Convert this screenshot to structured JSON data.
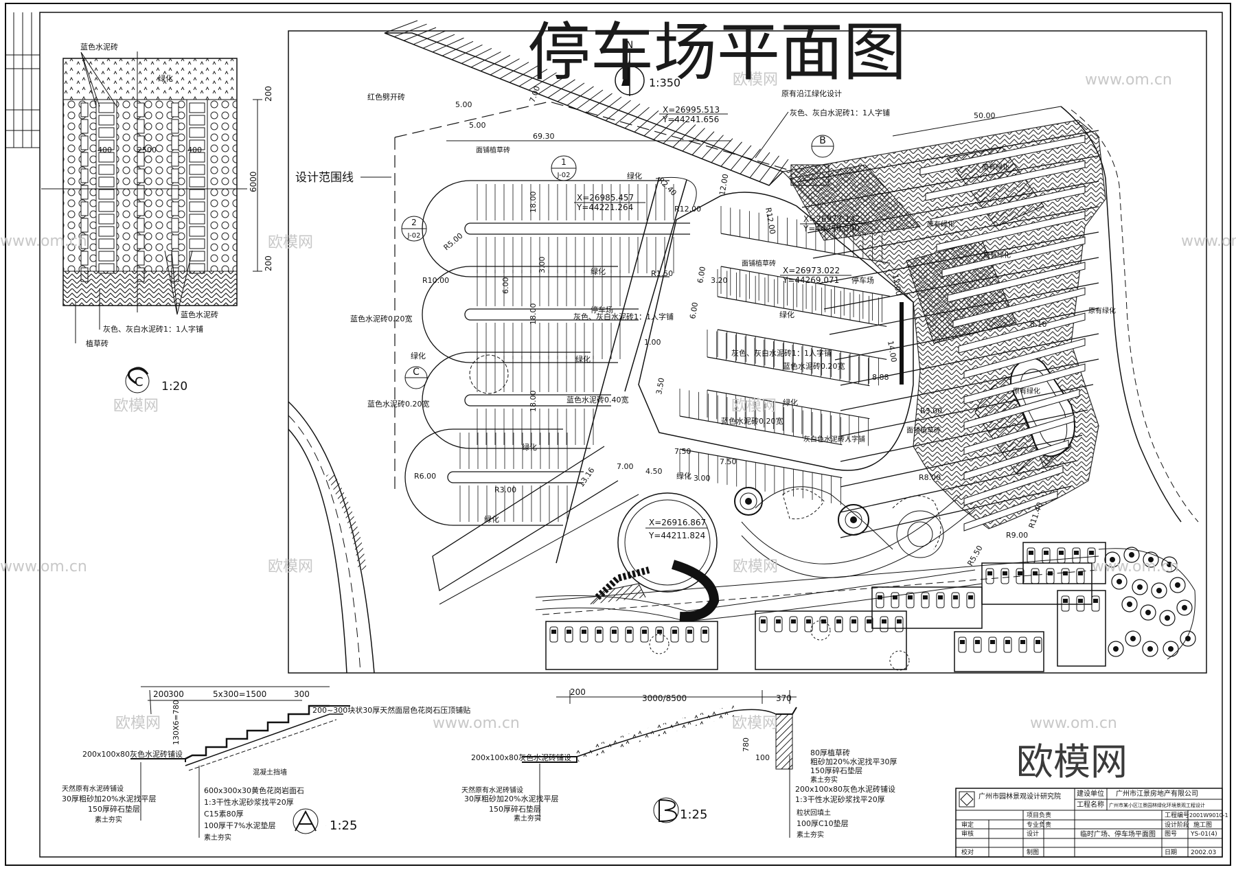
{
  "title": "停车场平面图",
  "logo_text": "欧模网",
  "watermarks": [
    "欧模网",
    "www.om.cn"
  ],
  "north": {
    "letter": "N",
    "scale": "1:350"
  },
  "plan_labels": {
    "boundary": "设计范围线",
    "red_brick": "红色劈开砖",
    "river_green": "原有沿江绿化设计",
    "paving_note": "灰色、灰白水泥砖1：1人字铺",
    "green": "绿化",
    "parking": "停车场",
    "grass_brick": "面铺植草砖",
    "blue_02": "蓝色水泥砖0.20宽",
    "blue_04": "蓝色水泥砖0.40宽",
    "herring": "灰白色水泥砖人字铺",
    "orig_green": "原有绿化"
  },
  "coords": [
    "X=26995.513",
    "Y=44241.656",
    "X=26985.457",
    "Y=44221.264",
    "X=26977.142",
    "Y=44250.590",
    "X=26973.022",
    "Y=44269.071",
    "X=26916.867",
    "Y=44211.824"
  ],
  "dims": [
    "69.30",
    "50.00",
    "5.00",
    "7.00",
    "12.00",
    "R12.00",
    "R5.00",
    "R10.00",
    "R6.00",
    "R3.00",
    "R8.00",
    "R9.00",
    "R11.40",
    "R5.50",
    "R1.50",
    "R2.40",
    "6.00",
    "3.00",
    "18.00",
    "14.00",
    "7.50",
    "4.50",
    "8.88",
    "8.10",
    "3.50",
    "1.00",
    "13.16",
    "3.20",
    "R3.00"
  ],
  "callouts": {
    "b_ref": "B",
    "c_ref": "C",
    "j02": "J-02",
    "n1": "1",
    "n2": "2"
  },
  "detail_c": {
    "labels": [
      "蓝色水泥砖",
      "绿化",
      "蓝色水泥砖",
      "灰色、灰白水泥砖1：1人字铺",
      "植草砖"
    ],
    "dims": [
      "200",
      "6000",
      "200",
      "400",
      "2500",
      "400"
    ],
    "letter": "C",
    "scale": "1:20"
  },
  "detail_a": {
    "dims_top": [
      "200",
      "300",
      "5x300=1500",
      "300"
    ],
    "height": "130X6=780",
    "top_note": "200~300块状30厚天然面层色花岗石压顶铺贴",
    "left_note": "200x100x80灰色水泥砖铺设",
    "layers_left": [
      "天然原有水泥砖铺设",
      "30厚粗砂加20%水泥找平层",
      "150厚碎石垫层",
      "素土夯实"
    ],
    "layers_right": [
      "600x300x30黄色花岗岩面石",
      "1:3干性水泥砂浆找平20厚",
      "C15素80厚",
      "100厚干7%水泥垫层",
      "素土夯实"
    ],
    "mid_note": "混凝土挡墙",
    "letter": "A",
    "scale": "1:25"
  },
  "detail_b": {
    "dims_top": [
      "200",
      "3000/8500",
      "370"
    ],
    "height": "780",
    "left_note": "200x100x80灰色水泥砖铺设",
    "layers_left": [
      "天然原有水泥砖铺设",
      "30厚粗砂加20%水泥找平层",
      "150厚碎石垫层",
      "素土夯实"
    ],
    "layers_right": [
      "80厚植草砖",
      "粗砂加20%水泥找平30厚",
      "150厚碎石垫层",
      "素土夯实",
      "200x100x80灰色水泥砖铺设",
      "1:3干性水泥砂浆找平20厚",
      "粒状回填土",
      "100厚C10垫层",
      "素土夯实"
    ],
    "h100": "100",
    "letter": "B",
    "scale": "1:25"
  },
  "title_block": {
    "company": "广州市园林景观设计研究院",
    "client_label": "建设单位",
    "client": "广州市江景房地产有限公司",
    "project_label": "工程名称",
    "project": "广州市某小区江景园林绿化环境景观工程设计",
    "drawing_name": "临时广场、停车场平面图",
    "rows": [
      "项目负责",
      "专业负责",
      "审定",
      "审核",
      "设计",
      "校对",
      "制图"
    ],
    "meta_labels": [
      "工程编号",
      "设计阶段",
      "图号",
      "日期"
    ],
    "meta_values": [
      "2001W9010-1",
      "施工图",
      "YS-01(4)",
      "2002.03"
    ]
  }
}
